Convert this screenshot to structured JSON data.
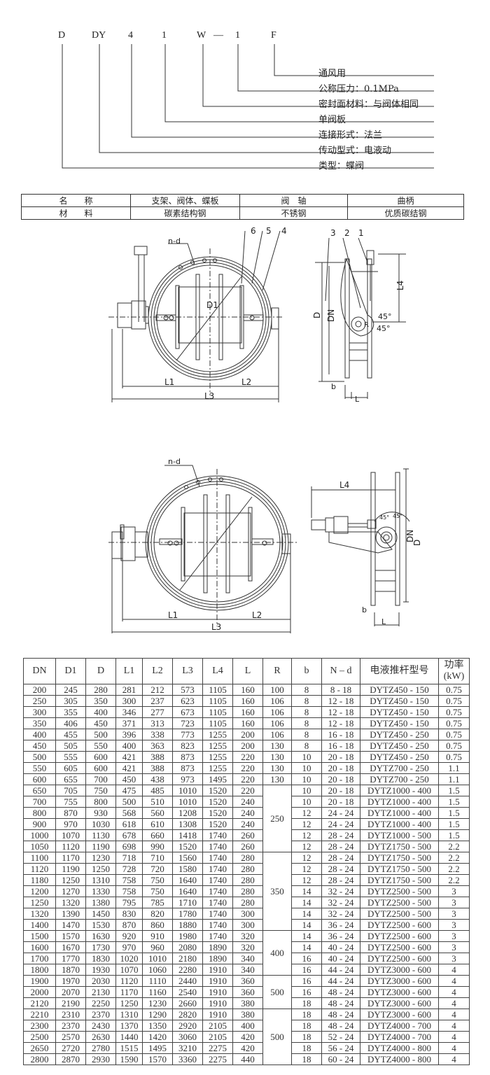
{
  "code": {
    "parts": [
      "D",
      "DY",
      "4",
      "1",
      "W",
      "—",
      "1",
      "F"
    ]
  },
  "code_labels": [
    "通风用",
    "公称压力：0.1MPa",
    "密封面材料：与阀体相同",
    "单阀板",
    "连接形式：法兰",
    "传动型式：电液动",
    "类型：蝶阀"
  ],
  "materials": {
    "rows": [
      [
        "名　　称",
        "支架、阀体、蝶板",
        "阀　轴",
        "曲柄"
      ],
      [
        "材　　料",
        "碳素结构钢",
        "不锈钢",
        "优质碳结钢"
      ]
    ]
  },
  "drawing1": {
    "nd": "n-d",
    "d1": "D1",
    "n6": "6",
    "n5": "5",
    "n4": "4",
    "n3": "3",
    "n2": "2",
    "n1": "1",
    "L1": "L1",
    "L2": "L2",
    "L3": "L3",
    "L4": "L4",
    "D": "D",
    "DN": "DN",
    "R": "R",
    "a1": "45°",
    "a2": "45°",
    "b": "b",
    "L": "L"
  },
  "drawing2": {
    "nd": "n-d",
    "L1": "L1",
    "L2": "L2",
    "L3": "L3",
    "L4": "L4",
    "D": "D",
    "DN": "DN",
    "a1": "45°",
    "a2": "45°",
    "b": "b",
    "L": "L"
  },
  "spec": {
    "headers": [
      "DN",
      "D1",
      "D",
      "L1",
      "L2",
      "L3",
      "L4",
      "L",
      "R",
      "b",
      "N – d",
      "电液推杆型号",
      "功率\n(kW)"
    ],
    "rows": [
      [
        "200",
        "245",
        "280",
        "281",
        "212",
        "573",
        "1105",
        "160",
        "100",
        "8",
        "8 - 18",
        "DYTZ450 - 150",
        "0.75"
      ],
      [
        "250",
        "305",
        "350",
        "300",
        "237",
        "623",
        "1105",
        "160",
        "106",
        "8",
        "12 - 18",
        "DYTZ450 - 150",
        "0.75"
      ],
      [
        "300",
        "355",
        "400",
        "346",
        "277",
        "673",
        "1105",
        "160",
        "106",
        "8",
        "12 - 18",
        "DYTZ450 - 150",
        "0.75"
      ],
      [
        "350",
        "406",
        "450",
        "371",
        "313",
        "723",
        "1105",
        "160",
        "106",
        "8",
        "12 - 18",
        "DYTZ450 - 150",
        "0.75"
      ],
      [
        "400",
        "455",
        "500",
        "396",
        "338",
        "773",
        "1255",
        "200",
        "106",
        "8",
        "16 - 18",
        "DYTZ450 - 250",
        "0.75"
      ],
      [
        "450",
        "505",
        "550",
        "400",
        "363",
        "823",
        "1255",
        "200",
        "130",
        "8",
        "16 - 18",
        "DYTZ450 - 250",
        "0.75"
      ],
      [
        "500",
        "555",
        "600",
        "421",
        "388",
        "873",
        "1255",
        "220",
        "130",
        "10",
        "20 - 18",
        "DYTZ450 - 250",
        "0.75"
      ],
      [
        "550",
        "605",
        "600",
        "421",
        "388",
        "873",
        "1255",
        "220",
        "130",
        "10",
        "20 - 18",
        "DYTZ700 - 250",
        "1.1"
      ],
      [
        "600",
        "655",
        "700",
        "450",
        "438",
        "973",
        "1495",
        "220",
        "130",
        "10",
        "20 - 18",
        "DYTZ700 - 250",
        "1.1"
      ],
      [
        "650",
        "705",
        "750",
        "475",
        "485",
        "1010",
        "1520",
        "220",
        "",
        "10",
        "20 - 18",
        "DYTZ1000 - 400",
        "1.5"
      ],
      [
        "700",
        "755",
        "800",
        "500",
        "510",
        "1010",
        "1520",
        "240",
        "",
        "10",
        "20 - 18",
        "DYTZ1000 - 400",
        "1.5"
      ],
      [
        "800",
        "870",
        "930",
        "568",
        "560",
        "1208",
        "1520",
        "240",
        "",
        "12",
        "24 - 24",
        "DYTZ1000 - 400",
        "1.5"
      ],
      [
        "900",
        "970",
        "1030",
        "618",
        "610",
        "1308",
        "1520",
        "240",
        "",
        "12",
        "24 - 24",
        "DYTZ1000 - 400",
        "1.5"
      ],
      [
        "1000",
        "1070",
        "1130",
        "678",
        "660",
        "1418",
        "1740",
        "260",
        "",
        "12",
        "28 - 24",
        "DYTZ1000 - 500",
        "1.5"
      ],
      [
        "1050",
        "1120",
        "1190",
        "698",
        "990",
        "1520",
        "1740",
        "260",
        "",
        "12",
        "28 - 24",
        "DYTZ1750 - 500",
        "2.2"
      ],
      [
        "1100",
        "1170",
        "1230",
        "718",
        "710",
        "1560",
        "1740",
        "280",
        "",
        "12",
        "28 - 24",
        "DYTZ1750 - 500",
        "2.2"
      ],
      [
        "1120",
        "1190",
        "1250",
        "728",
        "720",
        "1580",
        "1740",
        "280",
        "",
        "12",
        "28 - 24",
        "DYTZ1750 - 500",
        "2.2"
      ],
      [
        "1180",
        "1250",
        "1310",
        "758",
        "750",
        "1640",
        "1740",
        "280",
        "",
        "12",
        "28 - 24",
        "DYTZ1750 - 500",
        "2.2"
      ],
      [
        "1200",
        "1270",
        "1330",
        "758",
        "750",
        "1640",
        "1740",
        "280",
        "",
        "14",
        "32 - 24",
        "DYTZ2500 - 500",
        "3"
      ],
      [
        "1250",
        "1320",
        "1380",
        "795",
        "785",
        "1710",
        "1740",
        "280",
        "",
        "14",
        "32 - 24",
        "DYTZ2500 - 500",
        "3"
      ],
      [
        "1320",
        "1390",
        "1450",
        "830",
        "820",
        "1780",
        "1740",
        "300",
        "",
        "14",
        "32 - 24",
        "DYTZ2500 - 500",
        "3"
      ],
      [
        "1400",
        "1470",
        "1530",
        "870",
        "860",
        "1880",
        "1740",
        "300",
        "",
        "14",
        "36 - 24",
        "DYTZ2500 - 600",
        "3"
      ],
      [
        "1500",
        "1570",
        "1630",
        "920",
        "910",
        "1980",
        "1740",
        "320",
        "",
        "14",
        "36 - 24",
        "DYTZ2500 - 600",
        "3"
      ],
      [
        "1600",
        "1670",
        "1730",
        "970",
        "960",
        "2080",
        "1890",
        "320",
        "",
        "14",
        "40 - 24",
        "DYTZ2500 - 600",
        "3"
      ],
      [
        "1700",
        "1770",
        "1830",
        "1020",
        "1010",
        "2180",
        "1890",
        "340",
        "",
        "16",
        "40 - 24",
        "DYTZ2500 - 600",
        "3"
      ],
      [
        "1800",
        "1870",
        "1930",
        "1070",
        "1060",
        "2280",
        "1910",
        "340",
        "",
        "16",
        "44 - 24",
        "DYTZ3000 - 600",
        "4"
      ],
      [
        "1900",
        "1970",
        "2030",
        "1120",
        "1110",
        "2440",
        "1910",
        "360",
        "",
        "16",
        "44 - 24",
        "DYTZ3000 - 600",
        "4"
      ],
      [
        "2000",
        "2070",
        "2130",
        "1170",
        "1160",
        "2540",
        "1910",
        "360",
        "",
        "16",
        "48 - 24",
        "DYTZ3000 - 600",
        "4"
      ],
      [
        "2120",
        "2190",
        "2250",
        "1250",
        "1230",
        "2660",
        "1910",
        "380",
        "",
        "18",
        "48 - 24",
        "DYTZ3000 - 600",
        "4"
      ],
      [
        "2210",
        "2310",
        "2370",
        "1310",
        "1290",
        "2820",
        "1910",
        "380",
        "",
        "18",
        "48 - 24",
        "DYTZ3000 - 600",
        "4"
      ],
      [
        "2300",
        "2370",
        "2430",
        "1370",
        "1350",
        "2920",
        "2105",
        "400",
        "",
        "18",
        "48 - 24",
        "DYTZ4000 - 700",
        "4"
      ],
      [
        "2500",
        "2570",
        "2630",
        "1440",
        "1420",
        "3060",
        "2105",
        "420",
        "",
        "18",
        "52 - 24",
        "DYTZ4000 - 700",
        "4"
      ],
      [
        "2650",
        "2720",
        "2780",
        "1515",
        "1495",
        "3210",
        "2275",
        "420",
        "",
        "18",
        "56 - 24",
        "DYTZ4000 - 800",
        "4"
      ],
      [
        "2800",
        "2870",
        "2930",
        "1590",
        "1570",
        "3360",
        "2275",
        "440",
        "",
        "18",
        "60 - 24",
        "DYTZ4000 - 800",
        "4"
      ]
    ],
    "r_groups": [
      {
        "start": 9,
        "span": 6,
        "value": "250"
      },
      {
        "start": 15,
        "span": 7,
        "value": "350"
      },
      {
        "start": 22,
        "span": 4,
        "value": "400"
      },
      {
        "start": 26,
        "span": 3,
        "value": "500"
      },
      {
        "start": 29,
        "span": 5,
        "value": "500"
      }
    ]
  }
}
